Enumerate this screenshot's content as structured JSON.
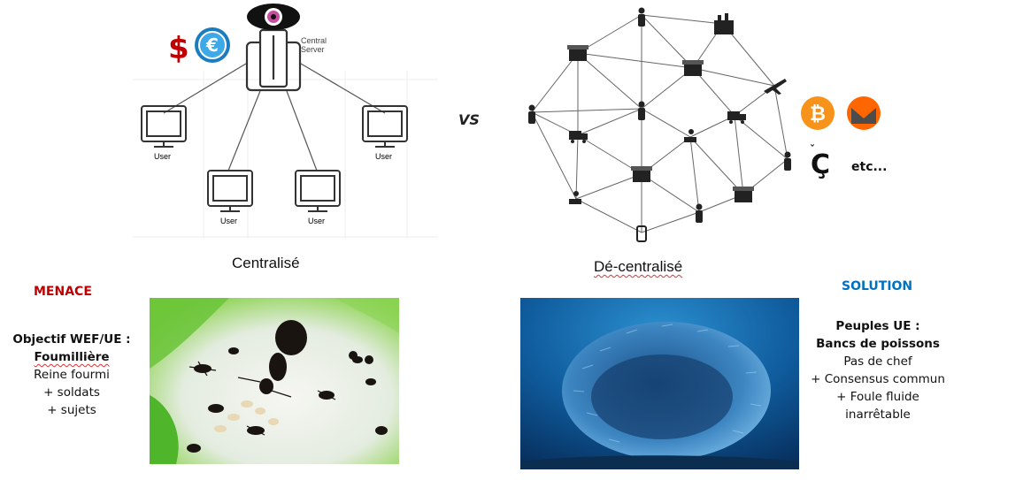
{
  "centralized": {
    "server_label_line1": "Central",
    "server_label_line2": "Server",
    "user_label": "User",
    "caption": "Centralisé",
    "currency_dollar": "$",
    "currency_euro": "€"
  },
  "vs_label": "VS",
  "decentralized": {
    "caption": "Dé-centralisé",
    "etc_label": "etc...",
    "crypto_icons": [
      "bitcoin-icon",
      "monero-icon",
      "g1-currency-icon"
    ]
  },
  "menace": {
    "heading": "MENACE",
    "heading_color": "#c00000",
    "line1": "Objectif WEF/UE :",
    "line2": "Foumillière",
    "line3": "Reine fourmi",
    "line4": "+ soldats",
    "line5": "+ sujets"
  },
  "solution": {
    "heading": "SOLUTION",
    "heading_color": "#0070c0",
    "line1": "Peuples UE :",
    "line2": "Bancs de poissons",
    "line3": "Pas de chef",
    "line4": "+ Consensus commun",
    "line5": "+ Foule fluide",
    "line6": "inarrêtable"
  }
}
